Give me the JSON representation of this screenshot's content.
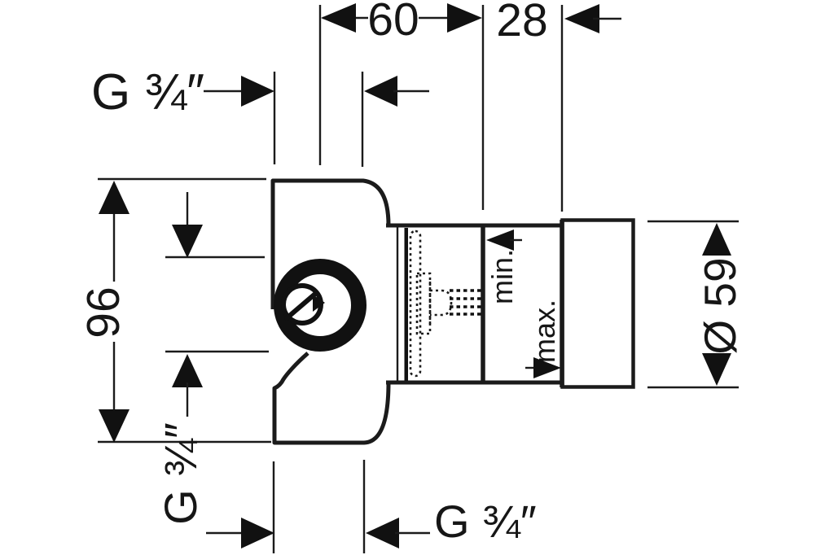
{
  "drawing": {
    "background": "#ffffff",
    "ink": "#1b1b1b",
    "dims": {
      "width_60": "60",
      "depth_28": "28",
      "height_96": "96",
      "diameter_59": "Ø 59"
    },
    "threads": {
      "top": "G ¾″",
      "side": "G ¾″",
      "bottom": "G ¾″"
    },
    "depth_markers": {
      "min": "min.",
      "max": "max."
    }
  }
}
